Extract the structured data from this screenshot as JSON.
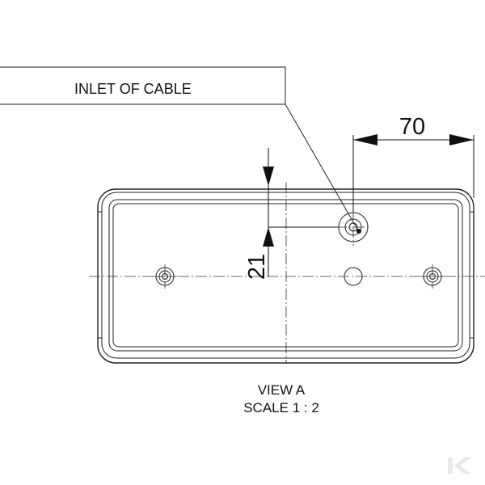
{
  "callout": {
    "label": "INLET OF CABLE"
  },
  "dimensions": {
    "horizontal_value": "70",
    "vertical_value": "21"
  },
  "view": {
    "title": "VIEW A",
    "scale": "SCALE 1 : 2"
  },
  "colors": {
    "line": "#222222",
    "background": "#ffffff",
    "watermark": "#dddddd"
  },
  "watermark": {
    "icon": "kramp-logo-icon"
  }
}
